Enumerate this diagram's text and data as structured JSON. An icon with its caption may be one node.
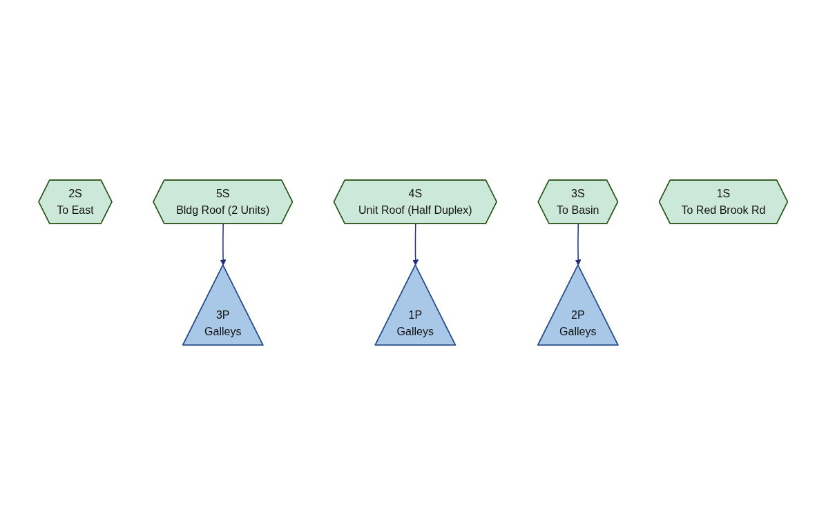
{
  "diagram": {
    "nodes": [
      {
        "text": [
          "2S",
          "To East"
        ]
      },
      {
        "text": [
          "5S",
          "Bldg Roof (2 Units)"
        ]
      },
      {
        "text": [
          "4S",
          "Unit Roof (Half Duplex)"
        ]
      },
      {
        "text": [
          "3S",
          "To Basin"
        ]
      },
      {
        "text": [
          "3P",
          "Galleys"
        ]
      },
      {
        "text": [
          "1P",
          "Galleys"
        ]
      },
      {
        "text": [
          "2P",
          "Galleys"
        ]
      },
      {
        "text": [
          "1S",
          "To Red Brook Rd"
        ]
      }
    ],
    "edges": [
      {
        "from": 1,
        "to": 4,
        "arrow": "to"
      },
      {
        "from": 2,
        "to": 5,
        "arrow": "to"
      },
      {
        "from": 3,
        "to": 6,
        "arrow": "to"
      }
    ]
  }
}
